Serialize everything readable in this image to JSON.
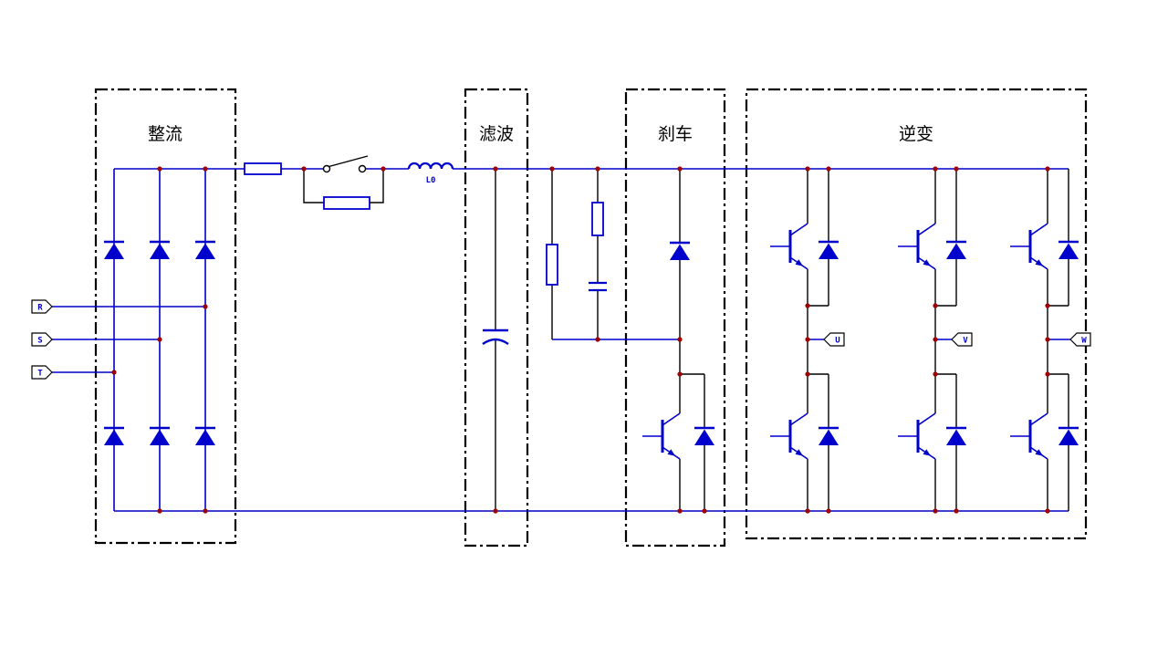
{
  "diagram": {
    "sections": [
      {
        "label": "整流"
      },
      {
        "label": "滤波"
      },
      {
        "label": "刹车"
      },
      {
        "label": "逆变"
      }
    ],
    "components": {
      "inductor_label": "L0"
    },
    "input_terminals": [
      {
        "label": "R"
      },
      {
        "label": "S"
      },
      {
        "label": "T"
      }
    ],
    "output_terminals": [
      {
        "label": "U"
      },
      {
        "label": "V"
      },
      {
        "label": "W"
      }
    ],
    "colors": {
      "wire_blue": "#0000CC",
      "junction_red": "#A00000",
      "outline_black": "#000000",
      "background": "#FFFFFF"
    }
  }
}
